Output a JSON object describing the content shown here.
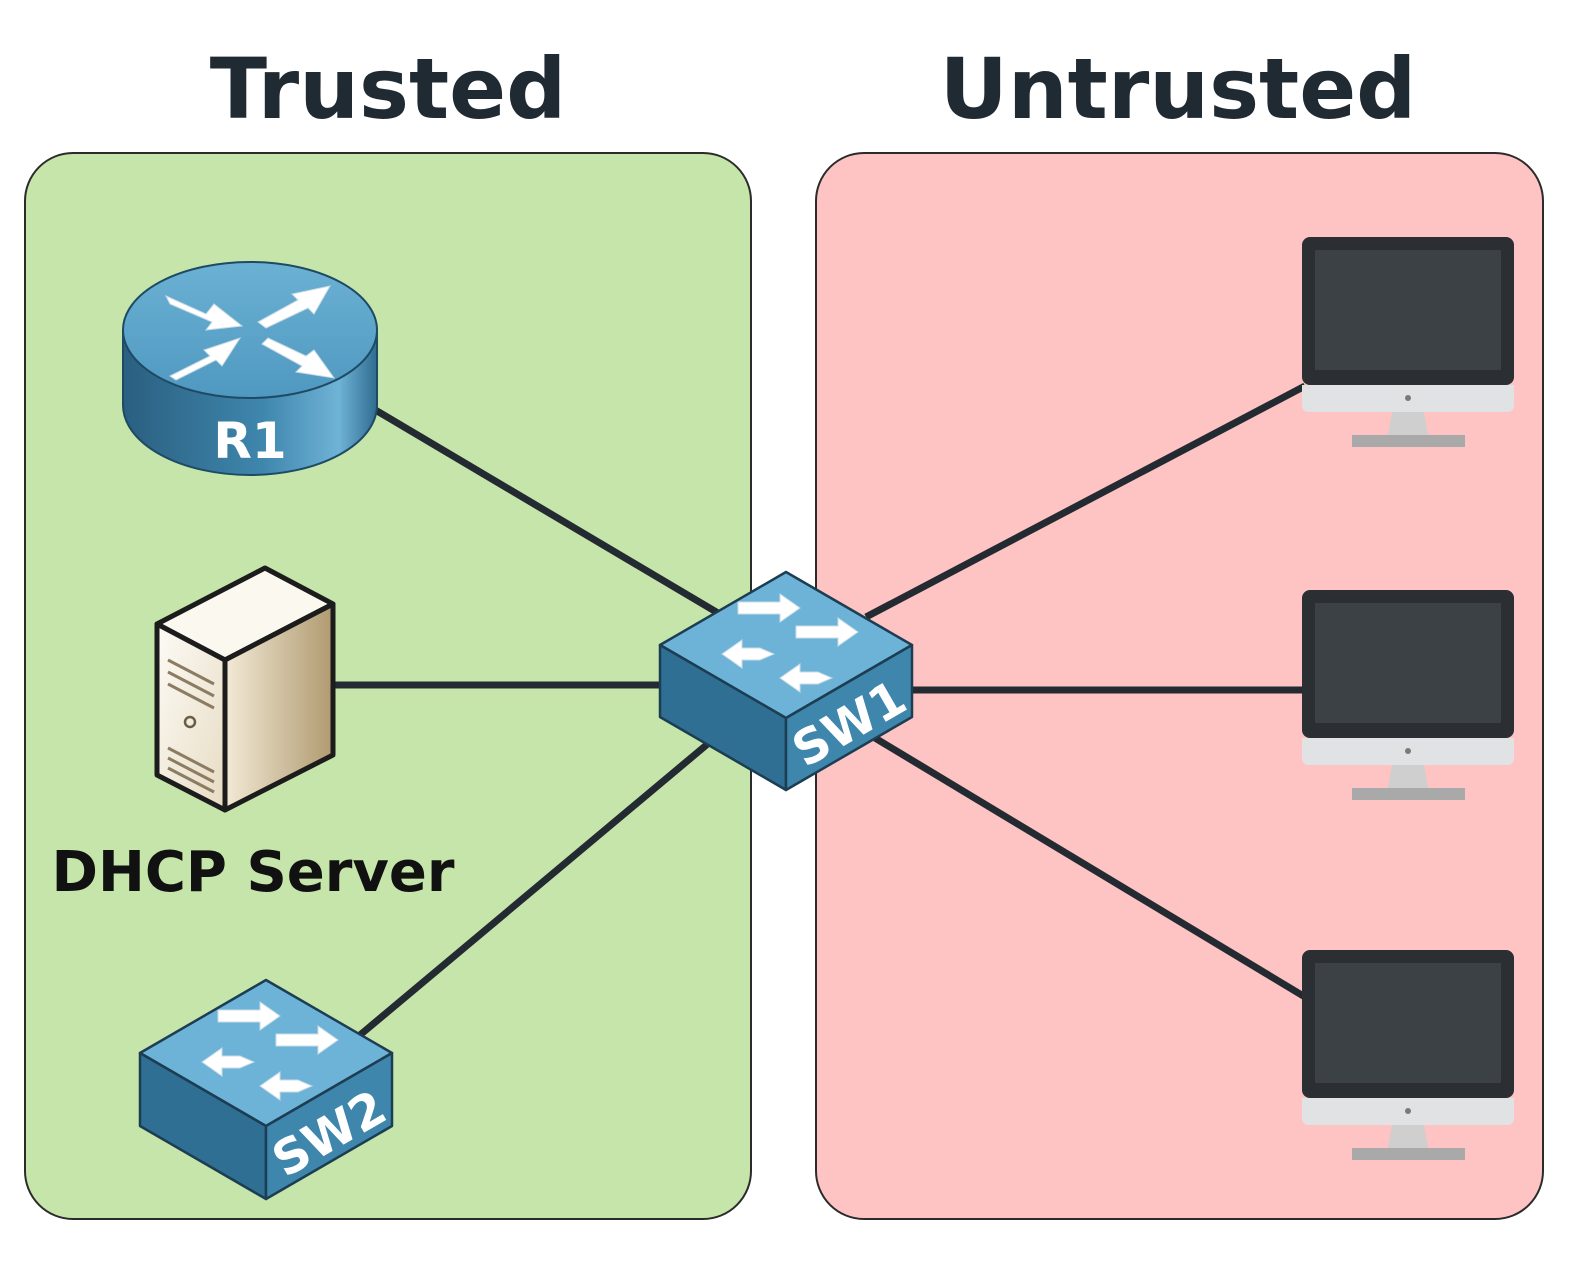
{
  "zones": {
    "trusted": {
      "title": "Trusted",
      "fill": "#c5e5aa"
    },
    "untrusted": {
      "title": "Untrusted",
      "fill": "#fdc4c3"
    }
  },
  "nodes": {
    "router": {
      "label": "R1",
      "icon": "router-icon"
    },
    "dhcp_server": {
      "label": "DHCP Server",
      "icon": "server-icon"
    },
    "switch_core": {
      "label": "SW1",
      "icon": "switch-icon"
    },
    "switch_access": {
      "label": "SW2",
      "icon": "switch-icon"
    },
    "hosts": [
      {
        "icon": "monitor-icon"
      },
      {
        "icon": "monitor-icon"
      },
      {
        "icon": "monitor-icon"
      }
    ]
  },
  "links": [
    {
      "from": "R1",
      "to": "SW1"
    },
    {
      "from": "DHCP Server",
      "to": "SW1"
    },
    {
      "from": "SW2",
      "to": "SW1"
    },
    {
      "from": "SW1",
      "to": "host-1"
    },
    {
      "from": "SW1",
      "to": "host-2"
    },
    {
      "from": "SW1",
      "to": "host-3"
    }
  ],
  "colors": {
    "link": "#232a31",
    "device_blue": "#3f86ad",
    "monitor_bezel": "#2b2f33",
    "monitor_screen": "#3c4146"
  }
}
